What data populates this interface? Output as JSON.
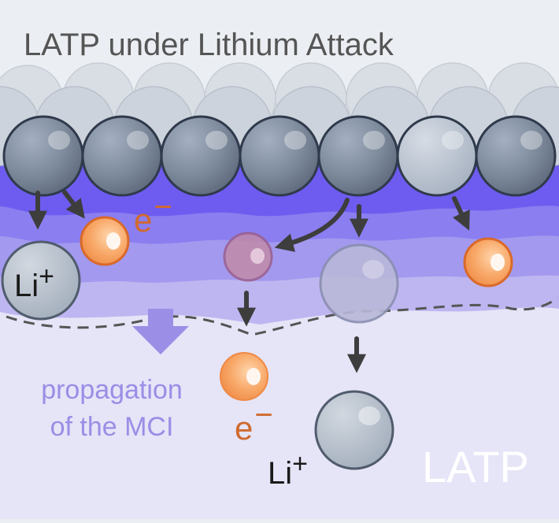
{
  "title": "LATP under Lithium Attack",
  "labels": {
    "li_ion": "Li",
    "li_charge": "+",
    "electron": "e",
    "electron_charge": "−",
    "propagation_line1": "propagation",
    "propagation_line2": "of the MCI",
    "material": "LATP"
  },
  "colors": {
    "background": "#ebeef2",
    "latp": "#e6e4f7",
    "interphase_deep": "#6e5cf0",
    "lithium_atom": "#7d8a9c",
    "electron_fill": "#f7a364",
    "electron_text": "#d06a30",
    "propagation_text": "#9a8ee6",
    "arrow": "#3d3d3d",
    "boundary_dash": "#555555"
  }
}
